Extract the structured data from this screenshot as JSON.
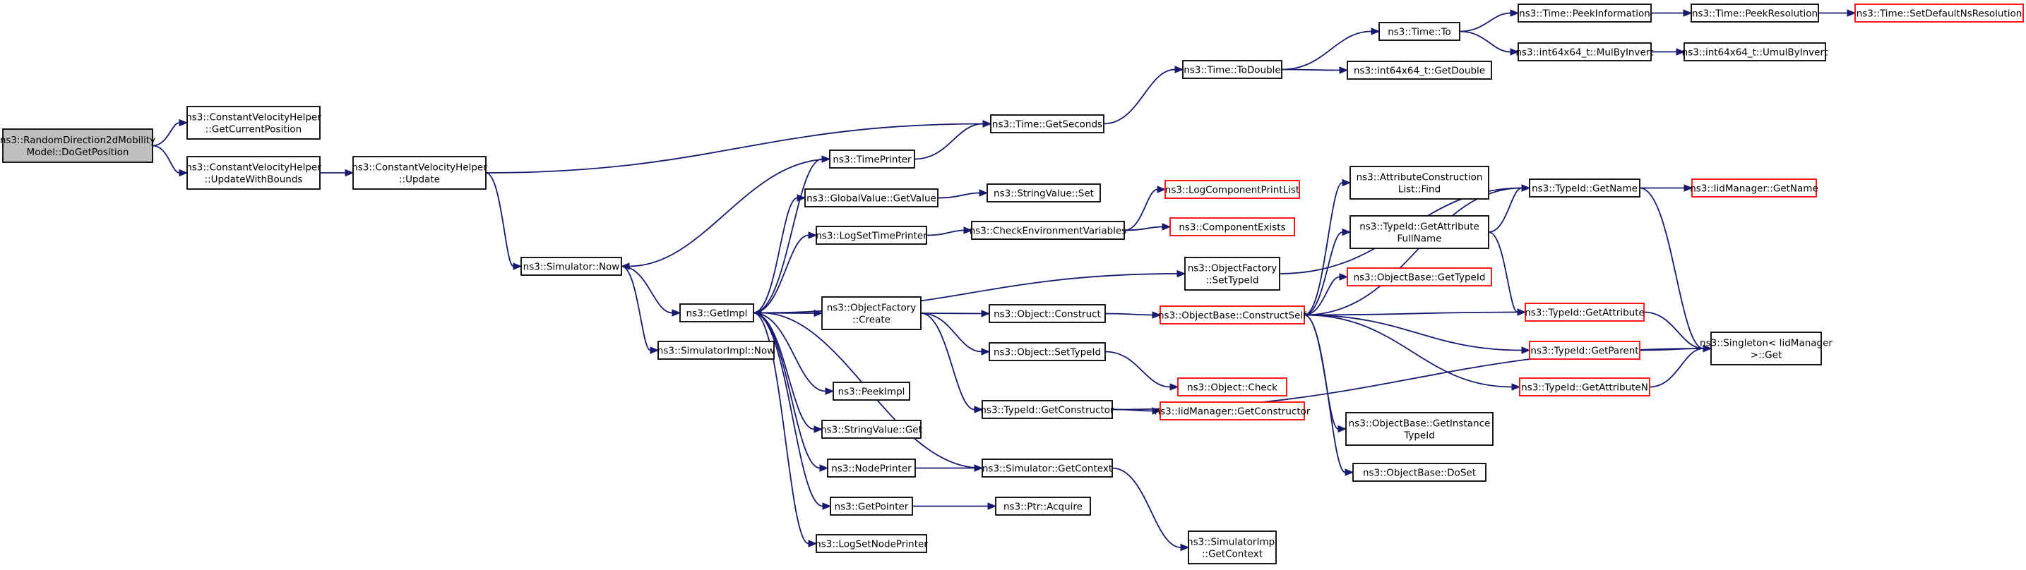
{
  "colors": {
    "edge": "#191970",
    "node_border": "#000000",
    "node_border_truncated": "#ff0000",
    "root_fill": "#bfbfbf",
    "node_fill": "#ffffff"
  },
  "nodes": [
    {
      "id": "root",
      "lines": [
        "ns3::RandomDirection2dMobility",
        "Model::DoGetPosition"
      ],
      "root": true
    },
    {
      "id": "cvh_getpos",
      "lines": [
        "ns3::ConstantVelocityHelper",
        "::GetCurrentPosition"
      ]
    },
    {
      "id": "cvh_uwb",
      "lines": [
        "ns3::ConstantVelocityHelper",
        "::UpdateWithBounds"
      ]
    },
    {
      "id": "cvh_update",
      "lines": [
        "ns3::ConstantVelocityHelper",
        "::Update"
      ]
    },
    {
      "id": "sim_now",
      "lines": [
        "ns3::Simulator::Now"
      ]
    },
    {
      "id": "getimpl",
      "lines": [
        "ns3::GetImpl"
      ]
    },
    {
      "id": "simimpl_now",
      "lines": [
        "ns3::SimulatorImpl::Now"
      ]
    },
    {
      "id": "timeprinter",
      "lines": [
        "ns3::TimePrinter"
      ]
    },
    {
      "id": "gv_getvalue",
      "lines": [
        "ns3::GlobalValue::GetValue"
      ]
    },
    {
      "id": "logsettimeprinter",
      "lines": [
        "ns3::LogSetTimePrinter"
      ]
    },
    {
      "id": "of_create",
      "lines": [
        "ns3::ObjectFactory",
        "::Create"
      ]
    },
    {
      "id": "peekimpl",
      "lines": [
        "ns3::PeekImpl"
      ]
    },
    {
      "id": "sv_get",
      "lines": [
        "ns3::StringValue::Get"
      ]
    },
    {
      "id": "nodeprinter",
      "lines": [
        "ns3::NodePrinter"
      ]
    },
    {
      "id": "getpointer",
      "lines": [
        "ns3::GetPointer"
      ]
    },
    {
      "id": "logsetnodeprinter",
      "lines": [
        "ns3::LogSetNodePrinter"
      ]
    },
    {
      "id": "time_getseconds",
      "lines": [
        "ns3::Time::GetSeconds"
      ]
    },
    {
      "id": "sv_set",
      "lines": [
        "ns3::StringValue::Set"
      ]
    },
    {
      "id": "checkenv",
      "lines": [
        "ns3::CheckEnvironmentVariables"
      ]
    },
    {
      "id": "obj_construct",
      "lines": [
        "ns3::Object::Construct"
      ]
    },
    {
      "id": "obj_settypeid",
      "lines": [
        "ns3::Object::SetTypeId"
      ]
    },
    {
      "id": "tid_getconstructor",
      "lines": [
        "ns3::TypeId::GetConstructor"
      ]
    },
    {
      "id": "sim_getcontext",
      "lines": [
        "ns3::Simulator::GetContext"
      ]
    },
    {
      "id": "ptr_acquire",
      "lines": [
        "ns3::Ptr::Acquire"
      ]
    },
    {
      "id": "simimpl_getcontext",
      "lines": [
        "ns3::SimulatorImpl",
        "::GetContext"
      ]
    },
    {
      "id": "time_todouble",
      "lines": [
        "ns3::Time::ToDouble"
      ]
    },
    {
      "id": "logcompprintlist",
      "lines": [
        "ns3::LogComponentPrintList"
      ],
      "truncated": true
    },
    {
      "id": "compexists",
      "lines": [
        "ns3::ComponentExists"
      ],
      "truncated": true
    },
    {
      "id": "of_settypeid",
      "lines": [
        "ns3::ObjectFactory",
        "::SetTypeId"
      ]
    },
    {
      "id": "ob_constructself",
      "lines": [
        "ns3::ObjectBase::ConstructSelf"
      ],
      "truncated": true
    },
    {
      "id": "obj_check",
      "lines": [
        "ns3::Object::Check"
      ],
      "truncated": true
    },
    {
      "id": "iidm_getconstructor",
      "lines": [
        "ns3::IidManager::GetConstructor"
      ],
      "truncated": true
    },
    {
      "id": "time_to",
      "lines": [
        "ns3::Time::To"
      ]
    },
    {
      "id": "i64_getdouble",
      "lines": [
        "ns3::int64x64_t::GetDouble"
      ]
    },
    {
      "id": "acl_find",
      "lines": [
        "ns3::AttributeConstruction",
        "List::Find"
      ]
    },
    {
      "id": "tid_getattrfullname",
      "lines": [
        "ns3::TypeId::GetAttribute",
        "FullName"
      ]
    },
    {
      "id": "ob_gettypeid",
      "lines": [
        "ns3::ObjectBase::GetTypeId"
      ],
      "truncated": true
    },
    {
      "id": "ob_getinstancetypeid",
      "lines": [
        "ns3::ObjectBase::GetInstance",
        "TypeId"
      ]
    },
    {
      "id": "ob_doset",
      "lines": [
        "ns3::ObjectBase::DoSet"
      ]
    },
    {
      "id": "time_peekinfo",
      "lines": [
        "ns3::Time::PeekInformation"
      ]
    },
    {
      "id": "i64_mulbyinvert",
      "lines": [
        "ns3::int64x64_t::MulByInvert"
      ]
    },
    {
      "id": "tid_getname",
      "lines": [
        "ns3::TypeId::GetName"
      ]
    },
    {
      "id": "tid_getattribute",
      "lines": [
        "ns3::TypeId::GetAttribute"
      ],
      "truncated": true
    },
    {
      "id": "tid_getparent",
      "lines": [
        "ns3::TypeId::GetParent"
      ],
      "truncated": true
    },
    {
      "id": "tid_getattributen",
      "lines": [
        "ns3::TypeId::GetAttributeN"
      ],
      "truncated": true
    },
    {
      "id": "time_peekres",
      "lines": [
        "ns3::Time::PeekResolution"
      ]
    },
    {
      "id": "i64_umulbyinvert",
      "lines": [
        "ns3::int64x64_t::UmulByInvert"
      ]
    },
    {
      "id": "iidm_getname",
      "lines": [
        "ns3::IidManager::GetName"
      ],
      "truncated": true
    },
    {
      "id": "singleton_get",
      "lines": [
        "ns3::Singleton< IidManager",
        ">::Get"
      ]
    },
    {
      "id": "time_setdefaultnsres",
      "lines": [
        "ns3::Time::SetDefaultNsResolution"
      ],
      "truncated": true
    }
  ],
  "edges": [
    [
      "root",
      "cvh_getpos"
    ],
    [
      "root",
      "cvh_uwb"
    ],
    [
      "cvh_uwb",
      "cvh_update"
    ],
    [
      "cvh_update",
      "sim_now"
    ],
    [
      "cvh_update",
      "time_getseconds"
    ],
    [
      "sim_now",
      "getimpl"
    ],
    [
      "sim_now",
      "simimpl_now"
    ],
    [
      "getimpl",
      "timeprinter"
    ],
    [
      "getimpl",
      "gv_getvalue"
    ],
    [
      "getimpl",
      "logsettimeprinter"
    ],
    [
      "getimpl",
      "of_settypeid"
    ],
    [
      "getimpl",
      "of_create"
    ],
    [
      "getimpl",
      "peekimpl"
    ],
    [
      "getimpl",
      "sv_get"
    ],
    [
      "getimpl",
      "nodeprinter"
    ],
    [
      "getimpl",
      "getpointer"
    ],
    [
      "getimpl",
      "logsetnodeprinter"
    ],
    [
      "timeprinter",
      "sim_now"
    ],
    [
      "timeprinter",
      "time_getseconds"
    ],
    [
      "gv_getvalue",
      "sv_set"
    ],
    [
      "logsettimeprinter",
      "checkenv"
    ],
    [
      "checkenv",
      "logcompprintlist"
    ],
    [
      "checkenv",
      "compexists"
    ],
    [
      "of_create",
      "obj_construct"
    ],
    [
      "of_create",
      "obj_settypeid"
    ],
    [
      "of_create",
      "tid_getconstructor"
    ],
    [
      "obj_construct",
      "ob_constructself"
    ],
    [
      "obj_settypeid",
      "obj_check"
    ],
    [
      "tid_getconstructor",
      "iidm_getconstructor"
    ],
    [
      "tid_getconstructor",
      "singleton_get"
    ],
    [
      "nodeprinter",
      "sim_getcontext"
    ],
    [
      "sim_getcontext",
      "getimpl"
    ],
    [
      "sim_getcontext",
      "simimpl_getcontext"
    ],
    [
      "getpointer",
      "ptr_acquire"
    ],
    [
      "time_getseconds",
      "time_todouble"
    ],
    [
      "time_todouble",
      "time_to"
    ],
    [
      "time_todouble",
      "i64_getdouble"
    ],
    [
      "time_to",
      "time_peekinfo"
    ],
    [
      "time_to",
      "i64_mulbyinvert"
    ],
    [
      "time_peekinfo",
      "time_peekres"
    ],
    [
      "time_peekres",
      "time_setdefaultnsres"
    ],
    [
      "i64_mulbyinvert",
      "i64_umulbyinvert"
    ],
    [
      "of_settypeid",
      "tid_getname"
    ],
    [
      "ob_constructself",
      "acl_find"
    ],
    [
      "ob_constructself",
      "tid_getattrfullname"
    ],
    [
      "ob_constructself",
      "ob_gettypeid"
    ],
    [
      "ob_constructself",
      "tid_getattribute"
    ],
    [
      "ob_constructself",
      "tid_getparent"
    ],
    [
      "ob_constructself",
      "tid_getattributen"
    ],
    [
      "ob_constructself",
      "ob_getinstancetypeid"
    ],
    [
      "ob_constructself",
      "ob_doset"
    ],
    [
      "ob_constructself",
      "tid_getname"
    ],
    [
      "tid_getattrfullname",
      "tid_getname"
    ],
    [
      "tid_getattrfullname",
      "tid_getattribute"
    ],
    [
      "tid_getname",
      "iidm_getname"
    ],
    [
      "tid_getname",
      "singleton_get"
    ],
    [
      "tid_getattribute",
      "singleton_get"
    ],
    [
      "tid_getparent",
      "singleton_get"
    ],
    [
      "tid_getattributen",
      "singleton_get"
    ]
  ]
}
